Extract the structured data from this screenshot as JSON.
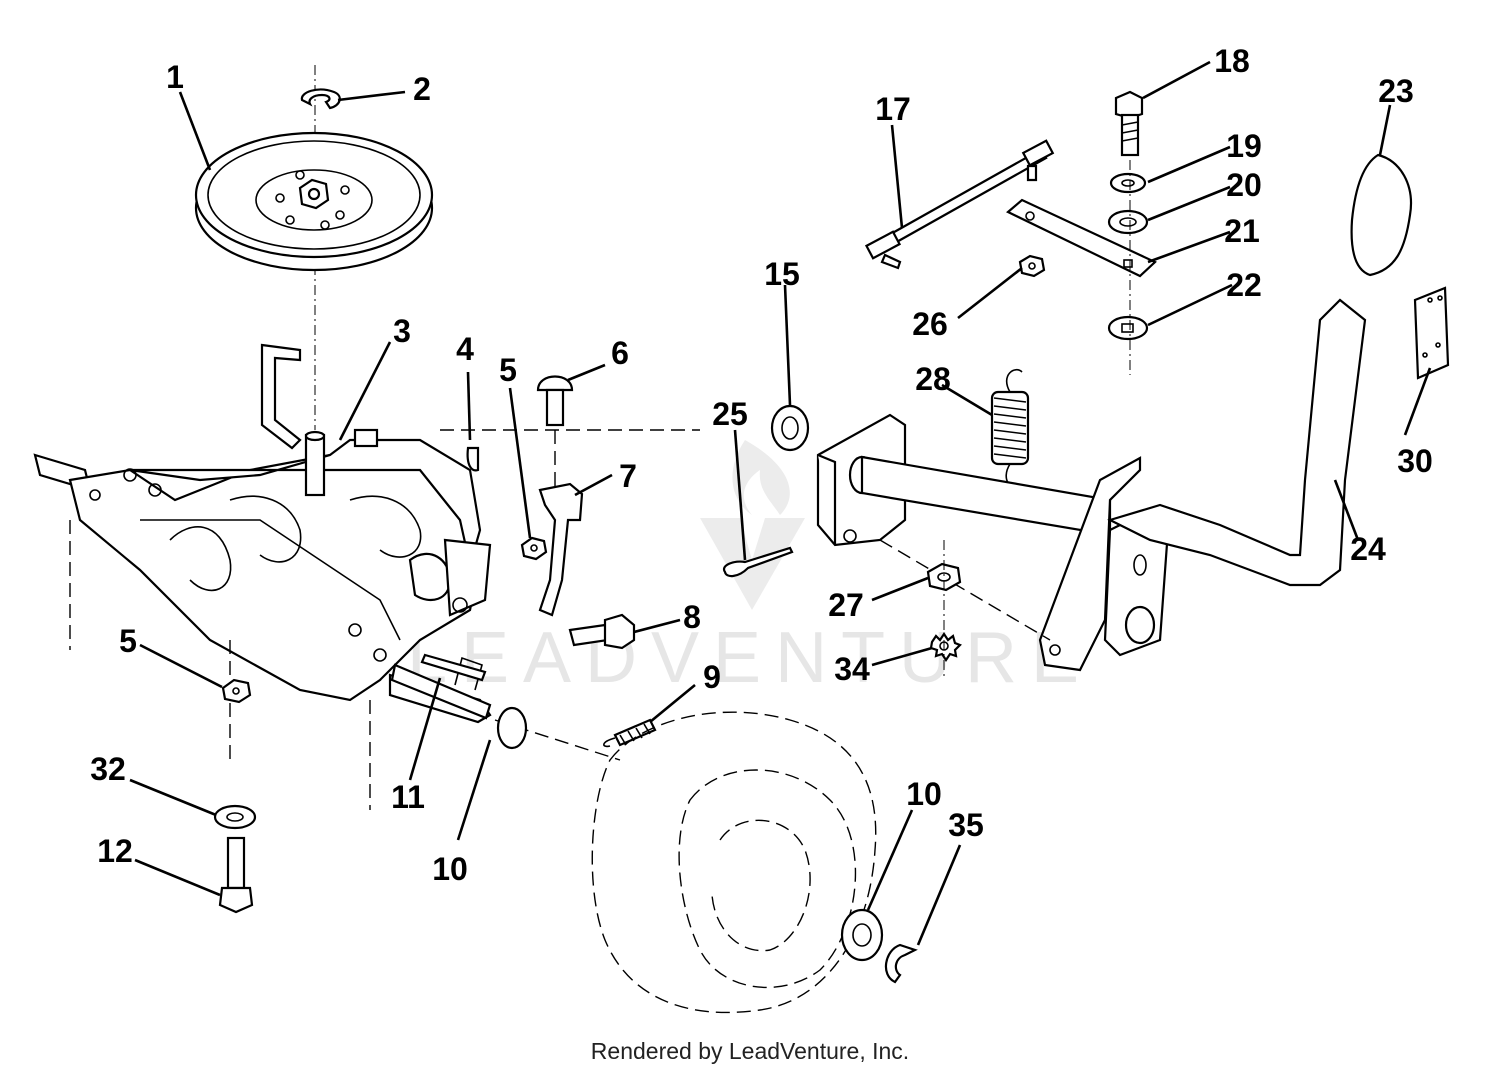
{
  "watermark": "LEADVENTURE",
  "footer": "Rendered by LeadVenture, Inc.",
  "callouts": {
    "c1": "1",
    "c2": "2",
    "c3": "3",
    "c4": "4",
    "c5a": "5",
    "c5b": "5",
    "c6": "6",
    "c7": "7",
    "c8": "8",
    "c9": "9",
    "c10a": "10",
    "c10b": "10",
    "c11": "11",
    "c12": "12",
    "c15": "15",
    "c17": "17",
    "c18": "18",
    "c19": "19",
    "c20": "20",
    "c21": "21",
    "c22": "22",
    "c23": "23",
    "c24": "24",
    "c25": "25",
    "c26": "26",
    "c27": "27",
    "c28": "28",
    "c30": "30",
    "c32": "32",
    "c34": "34",
    "c35": "35"
  }
}
